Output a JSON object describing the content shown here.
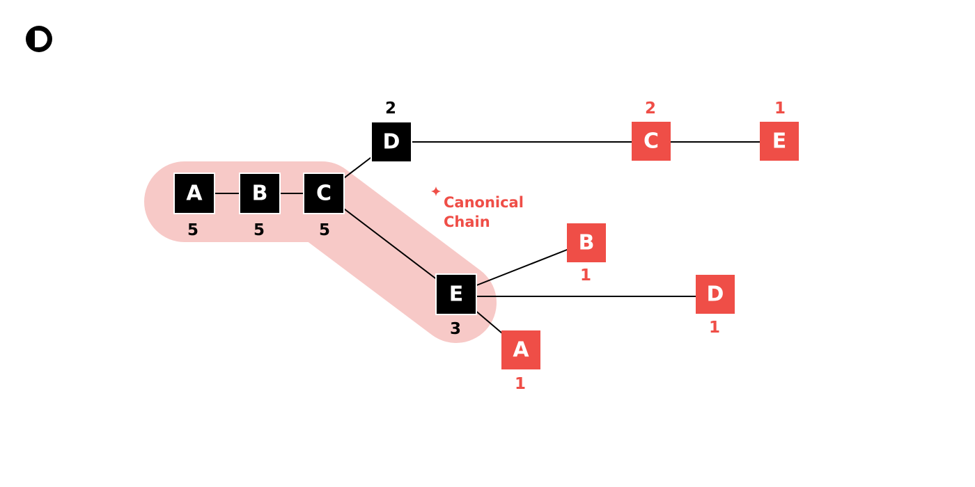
{
  "colors": {
    "black": "#000000",
    "red": "#ef4e47",
    "highlight": "#f7c9c7",
    "edge": "#000000",
    "background": "#ffffff"
  },
  "logo": {
    "icon": "d-logo-icon"
  },
  "annotation": {
    "icon": "four-point-star-icon",
    "line1": "Canonical",
    "line2": "Chain"
  },
  "nodes": {
    "A_main": {
      "label": "A",
      "weight": "5",
      "color": "black"
    },
    "B_main": {
      "label": "B",
      "weight": "5",
      "color": "black"
    },
    "C_main": {
      "label": "C",
      "weight": "5",
      "color": "black"
    },
    "D_upper": {
      "label": "D",
      "weight": "2",
      "color": "black"
    },
    "E_lower": {
      "label": "E",
      "weight": "3",
      "color": "black"
    },
    "C_fork": {
      "label": "C",
      "weight": "2",
      "color": "red"
    },
    "E_fork": {
      "label": "E",
      "weight": "1",
      "color": "red"
    },
    "B_fork": {
      "label": "B",
      "weight": "1",
      "color": "red"
    },
    "D_fork": {
      "label": "D",
      "weight": "1",
      "color": "red"
    },
    "A_fork": {
      "label": "A",
      "weight": "1",
      "color": "red"
    }
  }
}
